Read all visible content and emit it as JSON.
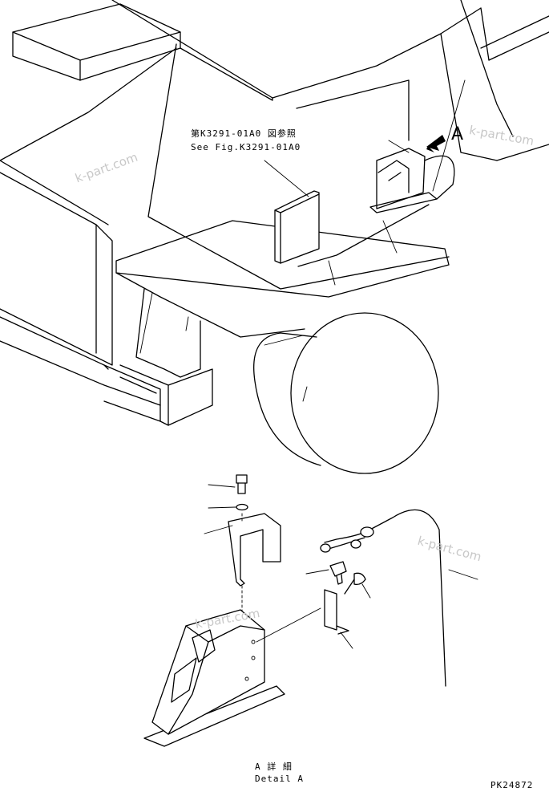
{
  "figure_reference": {
    "japanese": "第K3291-01A0 図参照",
    "english": "See Fig.K3291-01A0"
  },
  "view_callout": "A",
  "detail_caption": {
    "japanese": "A 詳 細",
    "english": "Detail A"
  },
  "part_number": "PK24872",
  "watermark": "k-part.com"
}
